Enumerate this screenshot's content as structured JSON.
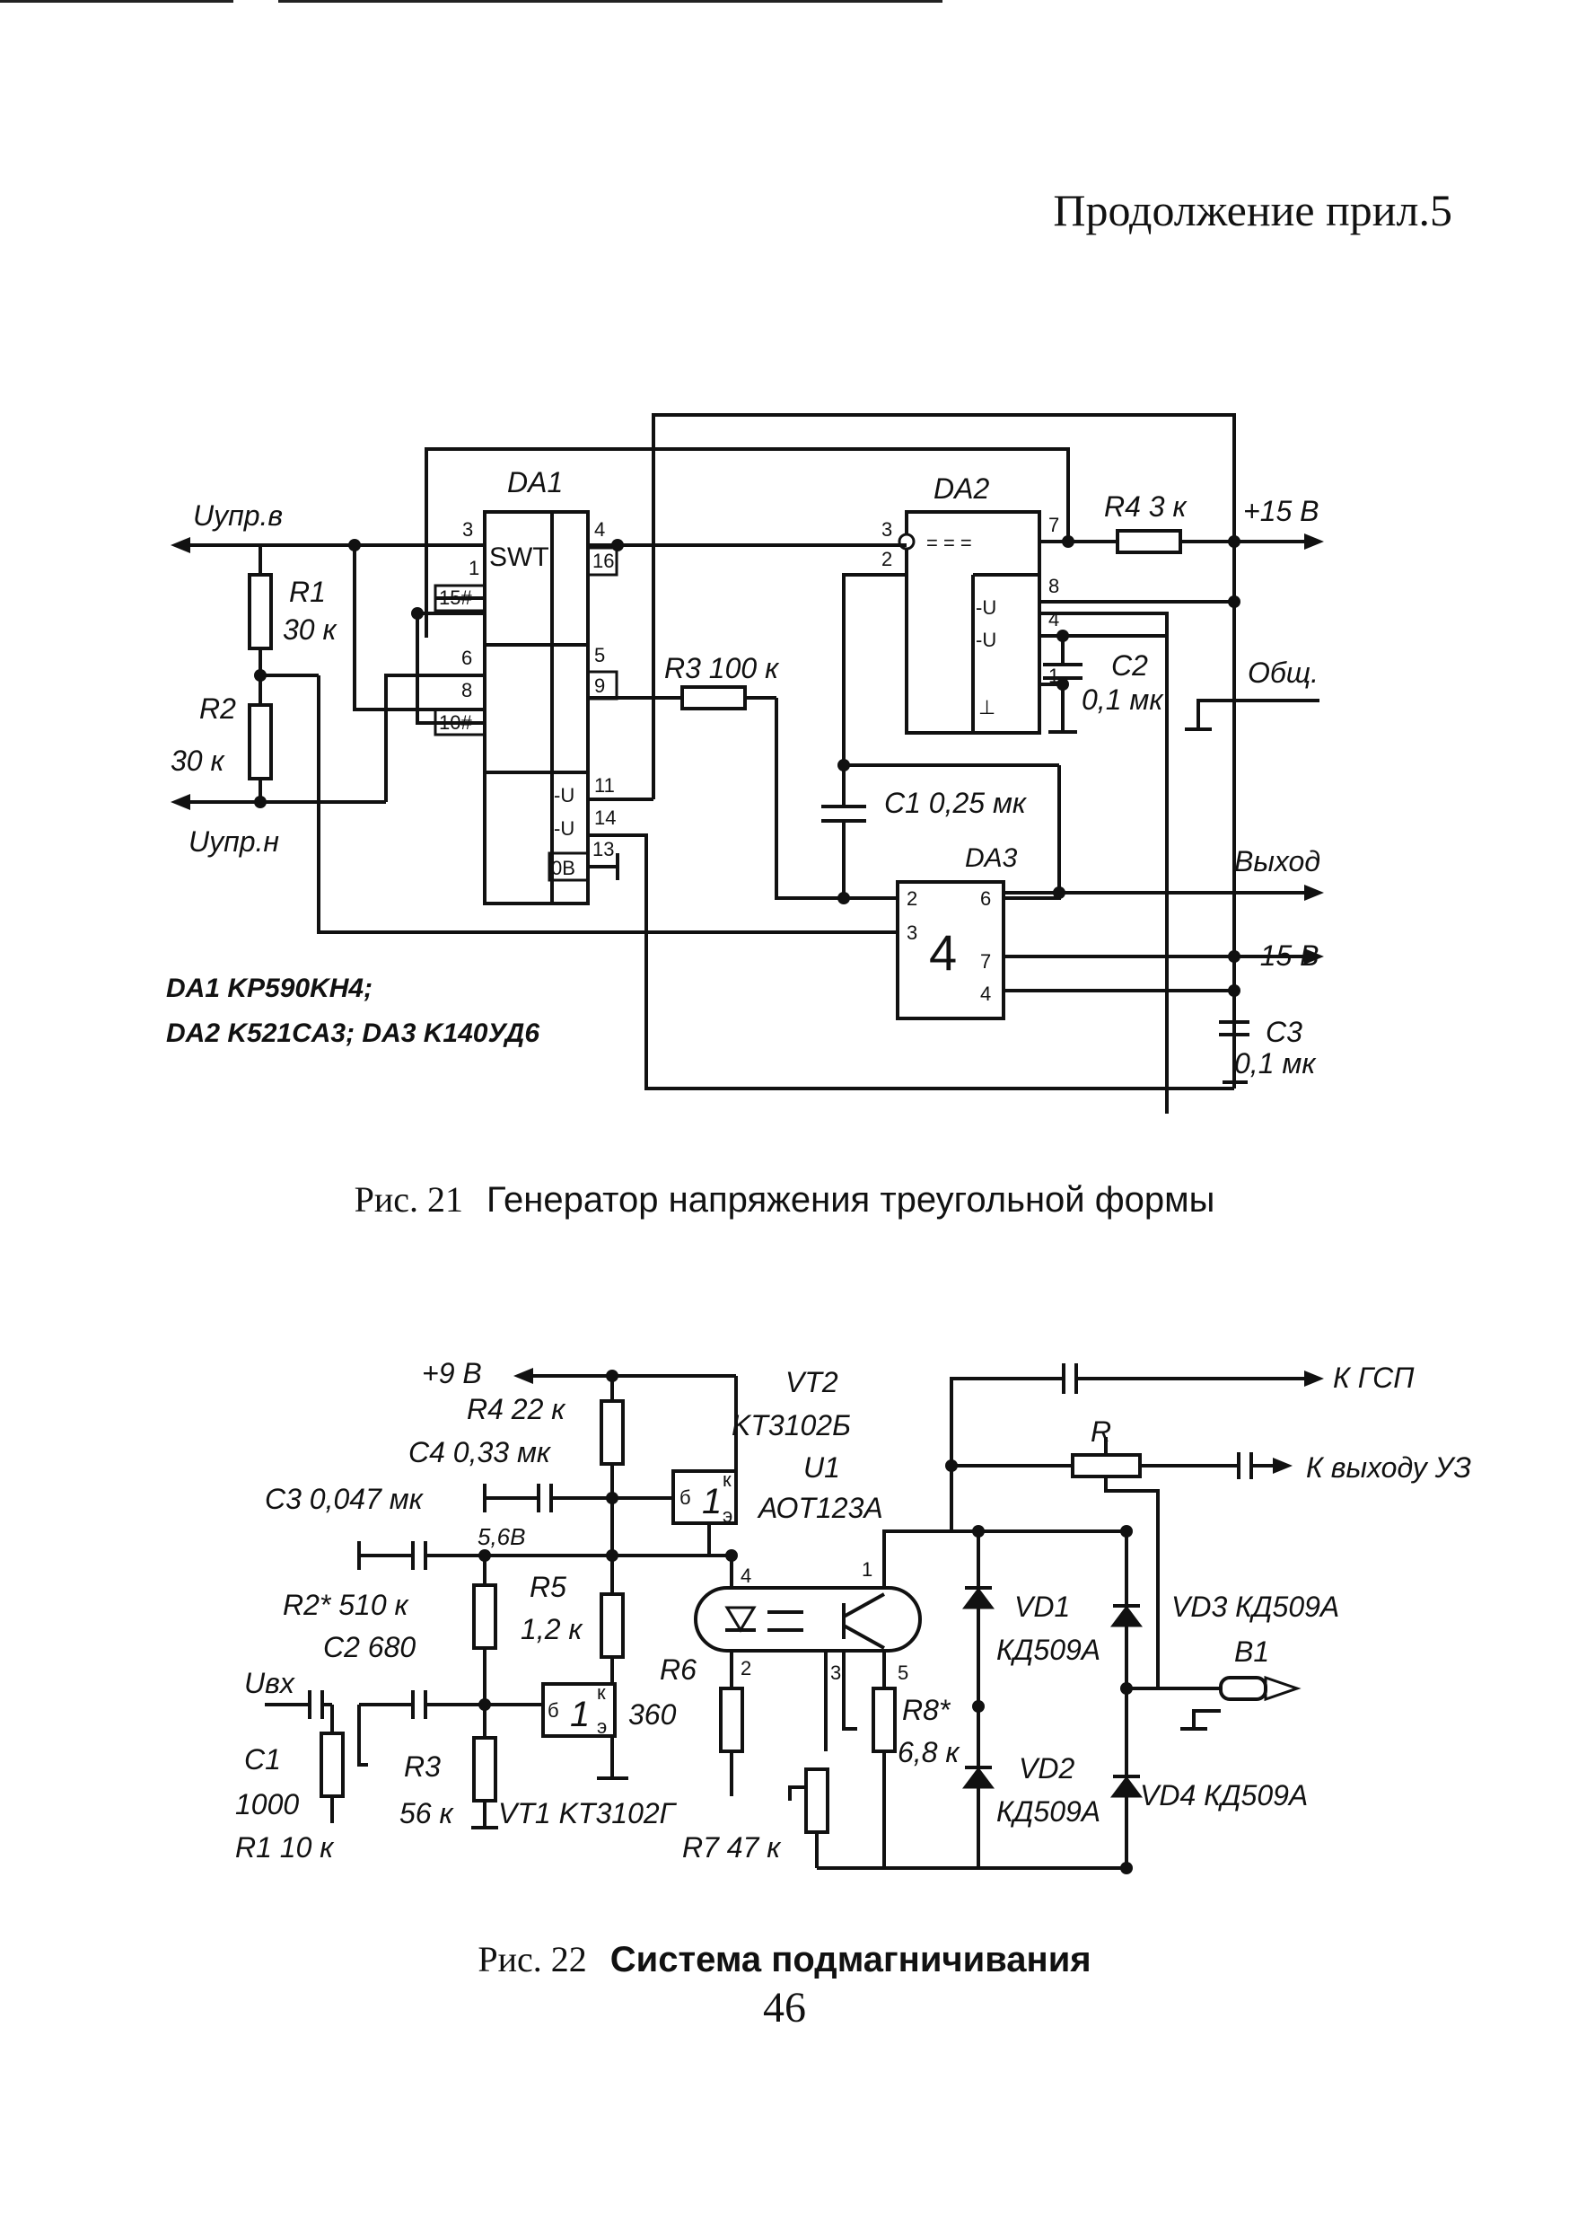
{
  "page": {
    "header": "Продолжение прил.5",
    "page_number": "46"
  },
  "fig21": {
    "caption_number": "Рис. 21",
    "caption_title": "Генератор напряжения треугольной формы",
    "labels": {
      "u_upr_v": "Uупр.в",
      "u_upr_n": "Uупр.н",
      "r1": "R1",
      "r1_val": "30 к",
      "r2": "R2",
      "r2_val": "30 к",
      "da1": "DA1",
      "da2": "DA2",
      "da3": "DA3",
      "swt": "SWT",
      "r3": "R3 100 к",
      "r4": "R4  3 к",
      "c1": "C1 0,25 мк",
      "c2": "C2",
      "c2_val": "0,1 мк",
      "c3": "C3",
      "c3_val": "0,1 мк",
      "plus15": "+15 В",
      "minus15": "−15 В",
      "obsh": "Общ.",
      "vyhod": "Выход",
      "da3_num": "4",
      "legend1": "DA1  KP590KH4;",
      "legend2": "DA2  K521CA3;    DA3  K140УД6"
    }
  },
  "fig22": {
    "caption_number": "Рис. 22",
    "caption_title": "Система подмагничивания",
    "labels": {
      "plus9": "+9 В",
      "r4": "R4  22 к",
      "c4": "C4  0,33 мк",
      "c3": "C3  0,047 мк",
      "v56": "5,6В",
      "r2": "R2* 510 к",
      "c2": "C2  680",
      "r5": "R5",
      "r5_val": "1,2 к",
      "u_vh": "Uвх",
      "c1": "C1",
      "c1_val": "1000",
      "r1": "R1 10 к",
      "r3": "R3",
      "r3_val": "56 к",
      "vt1": "VT1  KT3102Г",
      "r6": "R6",
      "r6_val": "360",
      "vt2": "VT2",
      "vt2_type": "KT3102Б",
      "u1": "U1",
      "u1_type": "АОТ123А",
      "r7": "R7  47 к",
      "r8": "R8*",
      "r8_val": "6,8 к",
      "vd1": "VD1",
      "vd1_type": "КД509А",
      "vd2": "VD2",
      "vd2_type": "КД509А",
      "vd3": "VD3  КД509А",
      "vd4": "VD4  КД509А",
      "b1": "B1",
      "r": "R",
      "k_gsp": "К ГСП",
      "k_uz": "К выходу УЗ"
    }
  }
}
